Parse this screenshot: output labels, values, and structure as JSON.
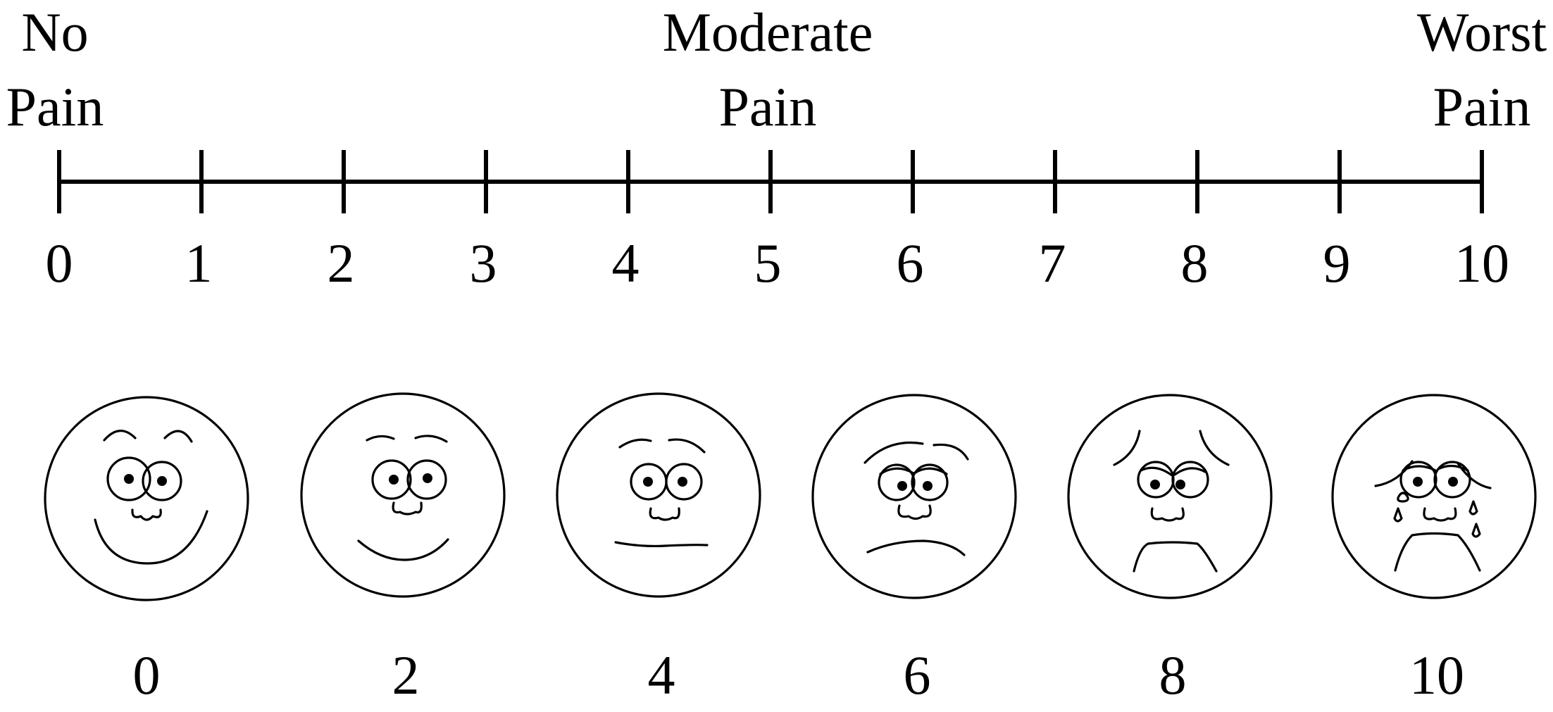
{
  "anchors": {
    "no_pain": {
      "line1": "No",
      "line2": "Pain"
    },
    "moderate_pain": {
      "line1": "Moderate",
      "line2": "Pain"
    },
    "worst_pain": {
      "line1": "Worst",
      "line2": "Pain"
    }
  },
  "scale": {
    "min": 0,
    "max": 10,
    "ticks": [
      "0",
      "1",
      "2",
      "3",
      "4",
      "5",
      "6",
      "7",
      "8",
      "9",
      "10"
    ]
  },
  "faces": [
    {
      "value": "0",
      "expression": "smiling face"
    },
    {
      "value": "2",
      "expression": "slight smile face"
    },
    {
      "value": "4",
      "expression": "neutral face"
    },
    {
      "value": "6",
      "expression": "frowning face"
    },
    {
      "value": "8",
      "expression": "distressed face"
    },
    {
      "value": "10",
      "expression": "crying face"
    }
  ],
  "colors": {
    "ink": "#000000",
    "background": "#ffffff"
  }
}
